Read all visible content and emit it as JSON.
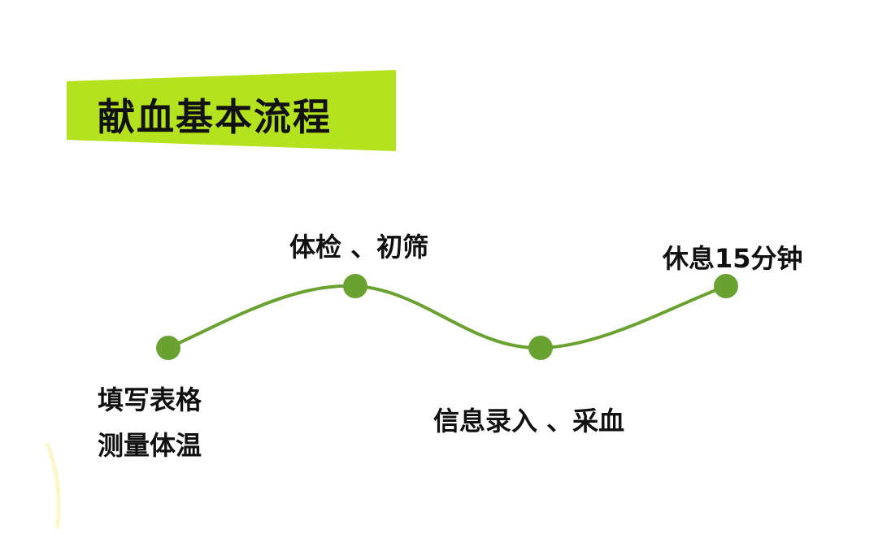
{
  "title": "献血基本流程",
  "colors": {
    "banner": "#b4e21e",
    "curve": "#6aa232",
    "node": "#6aa232",
    "text": "#111111",
    "accent_arc": "#fff6c8"
  },
  "steps": [
    {
      "lines": [
        "填写表格",
        "测量体温"
      ]
    },
    {
      "lines": [
        "体检 、初筛"
      ]
    },
    {
      "lines": [
        "信息录入 、采血"
      ]
    },
    {
      "lines": [
        "休息15分钟"
      ]
    }
  ]
}
